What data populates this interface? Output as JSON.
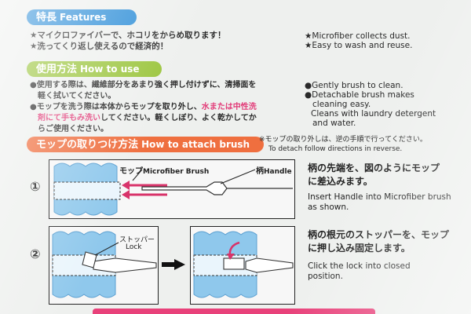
{
  "features": {
    "title_jp": "特長",
    "title_en": "Features",
    "jp_lines": [
      "★マイクロファイバーで、ホコリをからめ取ります！",
      "★洗ってくり返し使えるので経済的！"
    ],
    "en_lines": [
      "★Microfiber collects dust.",
      "★Easy to wash and reuse."
    ]
  },
  "howto": {
    "title_jp": "使用方法",
    "title_en": "How to use",
    "jp_line1": "●使用する際は、繊維部分をあまり強く押し付けずに、清掃面を",
    "jp_line2": "軽く拭いてください。",
    "jp_line3a": "●モップを洗う際は本体からモップを取り外し、",
    "jp_line3b": "水または中性洗",
    "jp_line4a": "剤にて手もみ洗い",
    "jp_line4b": "してください。軽くしぼり、よく乾かしてか",
    "jp_line5": "らご使用ください。",
    "en_lines": [
      "●Gently brush to clean.",
      "●Detachable brush makes",
      "cleaning easy.",
      " Cleans with laundry detergent",
      "and water."
    ]
  },
  "attach": {
    "title_jp": "モップの取りつけ方法",
    "title_en": "How to attach brush",
    "note_jp": "※モップの取り外しは、逆の手順で行ってください。",
    "note_en": "To detach follow directions in reverse."
  },
  "step1": {
    "num": "①",
    "mop_label_jp": "モップ",
    "mop_label_en": "Microfiber Brush",
    "handle_label_jp": "柄",
    "handle_label_en": "Handle",
    "jp_lines": [
      "柄の先端を、図のようにモップ",
      "に差込みます。"
    ],
    "en_lines": [
      "Insert Handle into Microfiber brush",
      "as shown."
    ]
  },
  "step2": {
    "num": "②",
    "lock_label_jp": "ストッパー",
    "lock_label_en": "Lock",
    "jp_lines": [
      "柄の根元のストッパーを、モップ",
      "に押し込み固定します。"
    ],
    "en_lines": [
      "Click the lock into closed",
      "position."
    ]
  }
}
